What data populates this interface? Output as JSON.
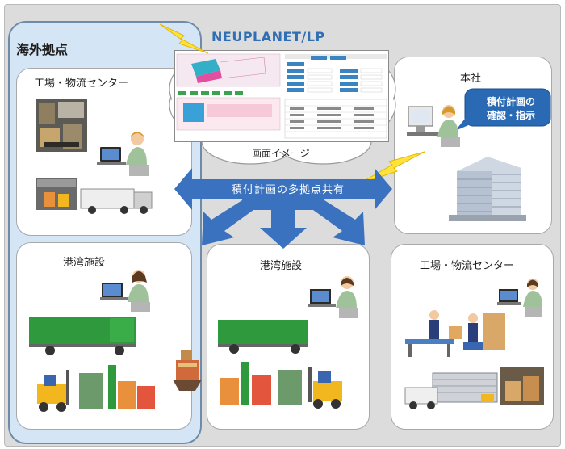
{
  "overseas": {
    "title": "海外拠点"
  },
  "overseas_factory": {
    "title": "工場・物流センター"
  },
  "overseas_port": {
    "title": "港湾施設"
  },
  "system": {
    "title": "NEUPLANET/LP",
    "caption": "画面イメージ"
  },
  "headquarters": {
    "title": "本社",
    "bubble_lines": [
      "積付計画の",
      "確認・指示"
    ]
  },
  "sharing_arrow": {
    "label": "積付計画の多拠点共有"
  },
  "center_port": {
    "title": "港湾施設"
  },
  "right_factory": {
    "title": "工場・物流センター"
  },
  "colors": {
    "arrow": "#3a72bf",
    "bubble": "#2a6ab4",
    "region_fill": "#d4e6f5",
    "region_border": "#6e8ca8",
    "lightning": "#ffe23a",
    "container_green": "#2f9a3d",
    "forklift_yellow": "#f2b71f",
    "cargo_orange": "#e9903c"
  }
}
